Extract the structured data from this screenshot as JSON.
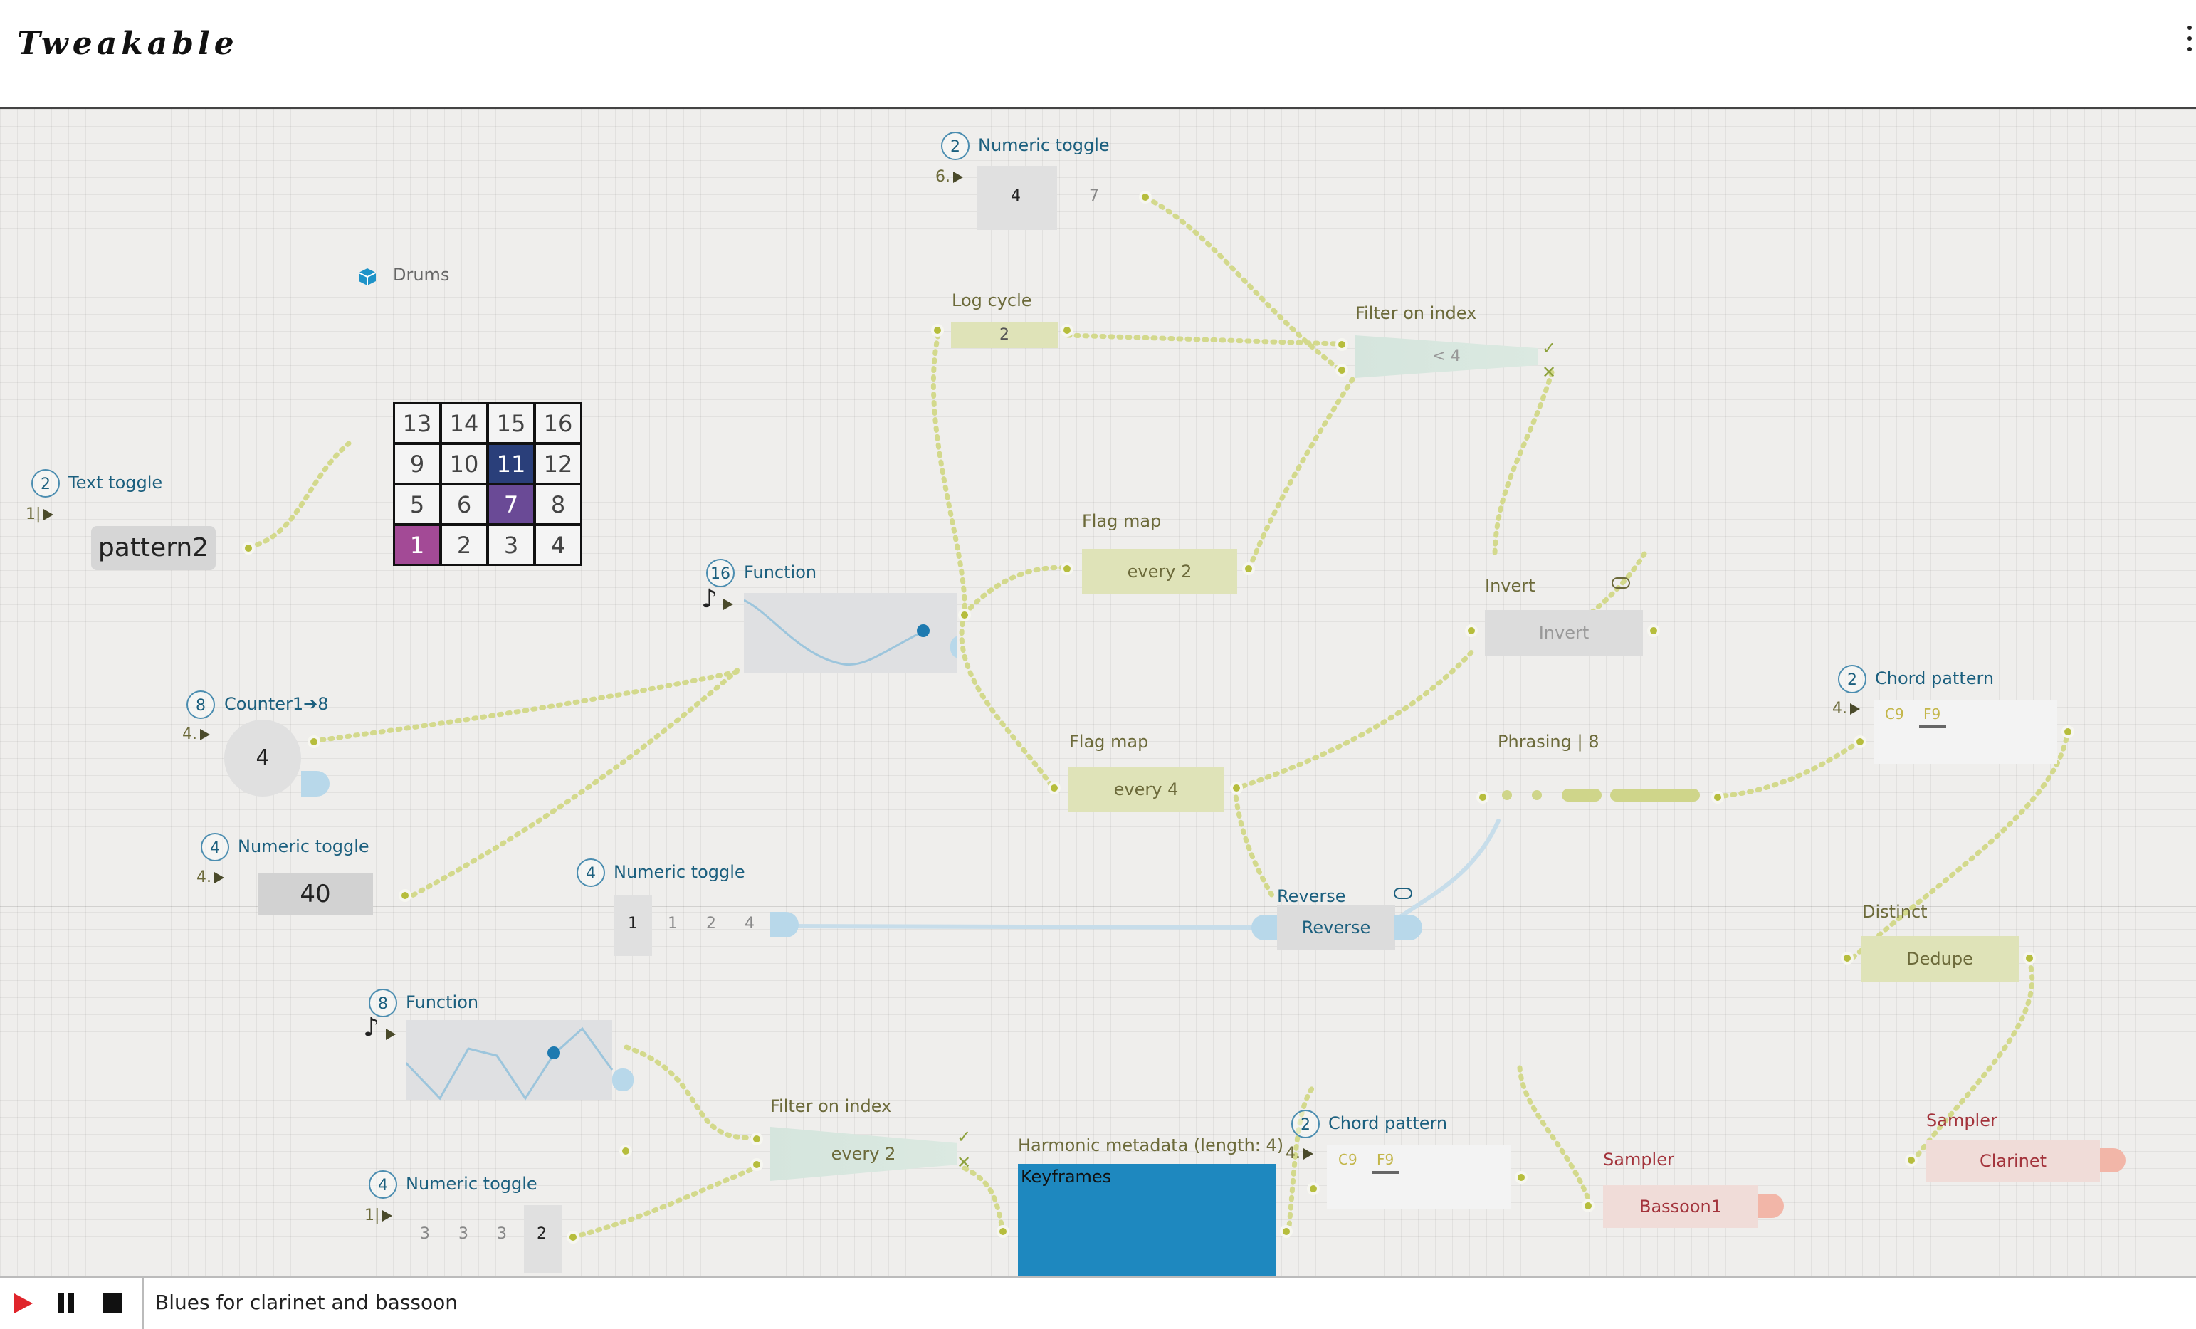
{
  "app": {
    "title": "Tweakable"
  },
  "transport": {
    "song_title": "Blues for clarinet and bassoon"
  },
  "colors": {
    "accent_blue": "#1b7fb0",
    "port": "#b6bd3c",
    "wire": "#d3d98c",
    "sampler": "#f2c8c0",
    "drum_active_blue": "#2a3f7a",
    "drum_active_purple": "#6a4a96",
    "drum_active_magenta": "#a34a96"
  },
  "nodes": {
    "numeric_toggle_top": {
      "count": "2",
      "title": "Numeric toggle",
      "beat": "6.",
      "values": [
        "4",
        "7"
      ]
    },
    "drums": {
      "title": "Drums",
      "icon": "cube-icon",
      "cells": [
        "13",
        "14",
        "15",
        "16",
        "9",
        "10",
        "11",
        "12",
        "5",
        "6",
        "7",
        "8",
        "1",
        "2",
        "3",
        "4"
      ],
      "active": {
        "11": "drum_active_blue",
        "7": "drum_active_purple",
        "1": "drum_active_magenta"
      }
    },
    "log_cycle": {
      "title": "Log cycle",
      "value": "2"
    },
    "filter_on_index_top": {
      "title": "Filter on index",
      "value": "< 4"
    },
    "text_toggle": {
      "count": "2",
      "title": "Text toggle",
      "beat": "1|",
      "value": "pattern2"
    },
    "flag_map_1": {
      "title": "Flag map",
      "value": "every 2"
    },
    "function_16": {
      "count": "16",
      "title": "Function"
    },
    "invert": {
      "title": "Invert",
      "value": "Invert"
    },
    "counter": {
      "count": "8",
      "title": "Counter1➔8",
      "beat": "4.",
      "value": "4"
    },
    "flag_map_2": {
      "title": "Flag map",
      "value": "every 4"
    },
    "phrasing": {
      "title": "Phrasing | 8"
    },
    "chord_pattern_right": {
      "count": "2",
      "title": "Chord pattern",
      "beat": "4.",
      "chords": [
        "C9",
        "F9"
      ]
    },
    "numeric_toggle_40": {
      "count": "4",
      "title": "Numeric toggle",
      "beat": "4.",
      "value": "40"
    },
    "numeric_toggle_mid": {
      "count": "4",
      "title": "Numeric toggle",
      "values": [
        "1",
        "1",
        "2",
        "4"
      ]
    },
    "reverse": {
      "title": "Reverse",
      "value": "Reverse"
    },
    "distinct": {
      "title": "Distinct",
      "value": "Dedupe"
    },
    "function_8": {
      "count": "8",
      "title": "Function"
    },
    "chord_pattern_mid": {
      "count": "2",
      "title": "Chord pattern",
      "beat": "4.",
      "chords": [
        "C9",
        "F9"
      ]
    },
    "filter_on_index_bottom": {
      "title": "Filter on index",
      "value": "every 2"
    },
    "harmonic_metadata": {
      "title": "Harmonic metadata (length: 4)",
      "label": "Keyframes"
    },
    "sampler_bassoon": {
      "title": "Sampler",
      "value": "Bassoon1"
    },
    "sampler_clarinet": {
      "title": "Sampler",
      "value": "Clarinet"
    },
    "numeric_toggle_bottom": {
      "count": "4",
      "title": "Numeric toggle",
      "beat": "1|",
      "values": [
        "3",
        "3",
        "3",
        "2"
      ]
    }
  }
}
